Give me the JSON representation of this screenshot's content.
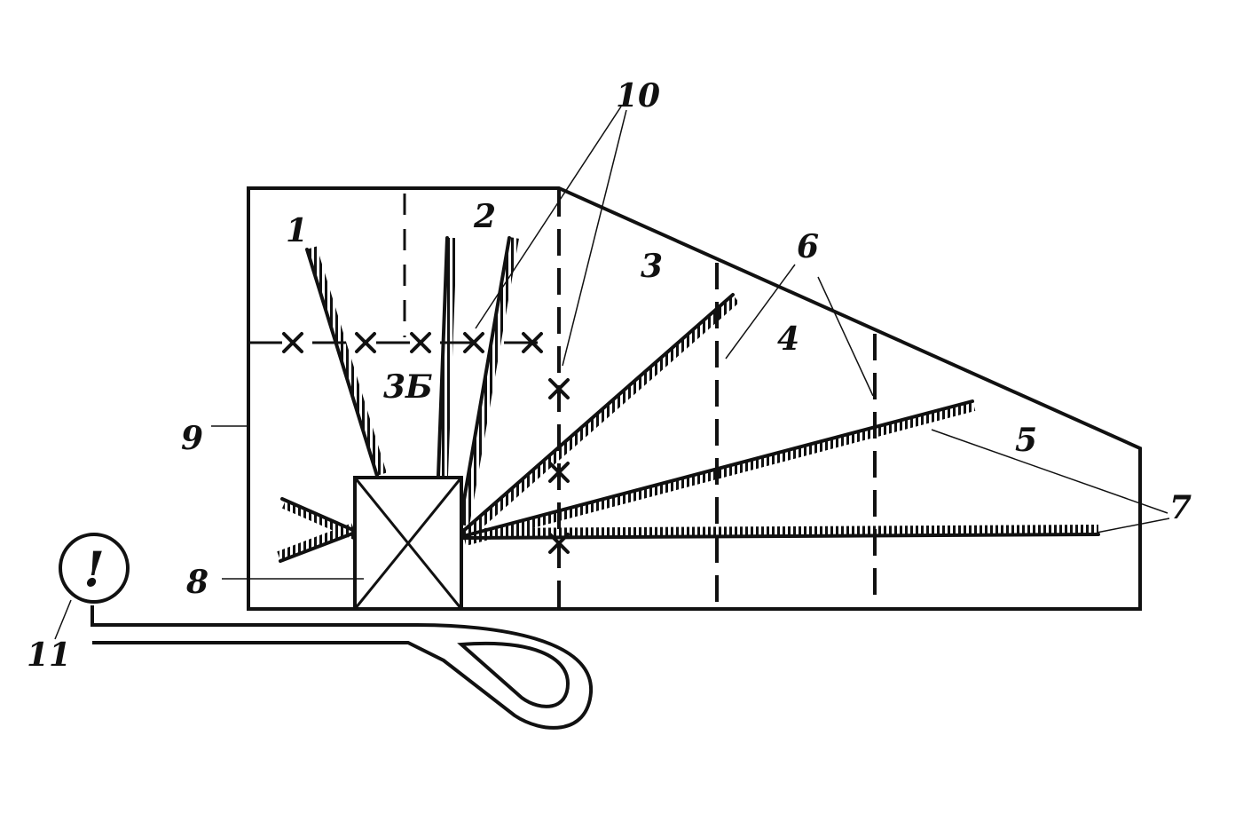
{
  "labels": {
    "boom_1": "1",
    "boom_2": "2",
    "zone_3": "3",
    "zone_3b": "3Б",
    "zone_4": "4",
    "zone_5": "5",
    "label_6": "6",
    "label_7": "7",
    "label_8": "8",
    "label_9": "9",
    "label_10": "10",
    "label_11": "11",
    "sign_symbol": "!"
  },
  "colors": {
    "ink": "#111111",
    "paper": "#ffffff"
  }
}
